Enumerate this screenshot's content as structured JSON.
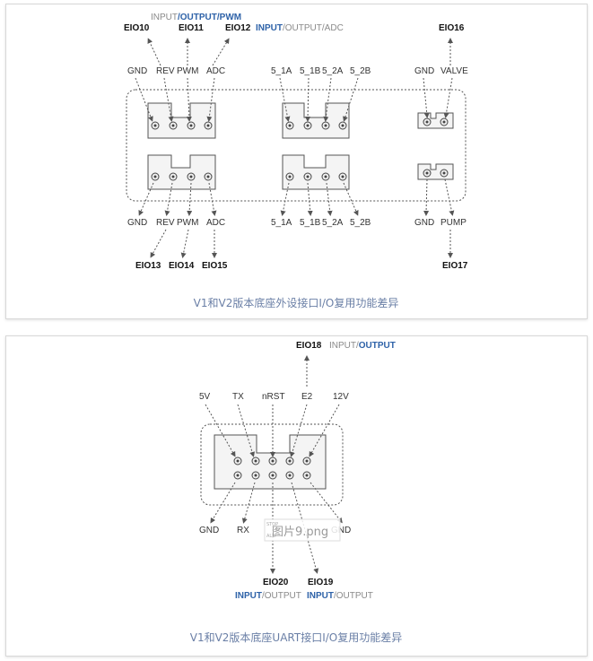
{
  "diagram1": {
    "caption": "V1和V2版本底座外设接口I/O复用功能差异",
    "mode_top_left": [
      "INPUT",
      "/",
      "OUTPUT",
      "/",
      "PWM"
    ],
    "mode_top_middle": [
      "INPUT",
      "/",
      "OUTPUT",
      "/",
      "ADC"
    ],
    "top_eio": [
      "EIO10",
      "EIO11",
      "EIO12",
      "EIO16"
    ],
    "bottom_eio": [
      "EIO13",
      "EIO14",
      "EIO15",
      "EIO17"
    ],
    "top_pins_left": [
      "GND",
      "REV",
      "PWM",
      "ADC"
    ],
    "top_pins_middle": [
      "5_1A",
      "5_1B",
      "5_2A",
      "5_2B"
    ],
    "top_pins_right": [
      "GND",
      "VALVE"
    ],
    "bottom_pins_left": [
      "GND",
      "REV",
      "PWM",
      "ADC"
    ],
    "bottom_pins_middle": [
      "5_1A",
      "5_1B",
      "5_2A",
      "5_2B"
    ],
    "bottom_pins_right": [
      "GND",
      "PUMP"
    ]
  },
  "diagram2": {
    "caption": "V1和V2版本底座UART接口I/O复用功能差异",
    "top_eio": "EIO18",
    "top_mode": [
      "INPUT",
      "/",
      "OUTPUT"
    ],
    "top_pins": [
      "5V",
      "TX",
      "nRST",
      "E2",
      "12V"
    ],
    "bottom_pins": [
      "GND",
      "RX",
      "GND"
    ],
    "bottom_eio": [
      "EIO20",
      "EIO19"
    ],
    "bottom_mode": [
      "INPUT",
      "/",
      "OUTPUT"
    ],
    "watermark": "图片9.png",
    "watermark_small": [
      "STOP",
      "ALLY"
    ]
  },
  "colors": {
    "highlight": "#2e62a8",
    "caption": "#6a7fa6"
  }
}
